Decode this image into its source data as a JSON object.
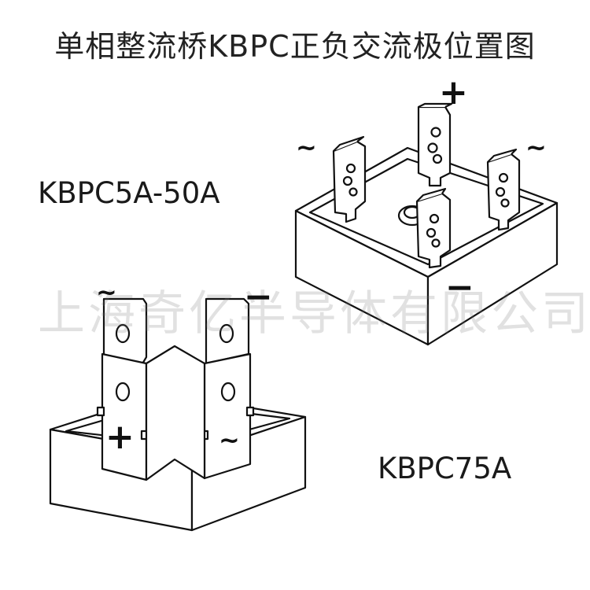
{
  "title": "单相整流桥KBPC正负交流极位置图",
  "watermark": "上海奇亿半导体有限公司",
  "upper_bridge": {
    "model": "KBPC5A-50A",
    "plus": "+",
    "minus": "−",
    "ac_left": "~",
    "ac_right": "~"
  },
  "lower_bridge": {
    "model": "KBPC75A",
    "plus": "+",
    "minus": "−",
    "ac_top": "~",
    "ac_right": "~"
  },
  "colors": {
    "line": "#111111",
    "body": "#ffffff",
    "watermark": "#b0b0b0"
  }
}
